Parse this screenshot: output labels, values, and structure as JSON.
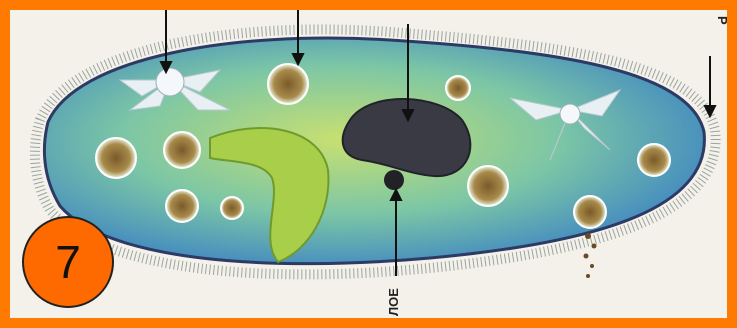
{
  "figure": {
    "badge_number": "7",
    "label_bottom": "ЛОЕ",
    "label_right": "Р"
  }
}
